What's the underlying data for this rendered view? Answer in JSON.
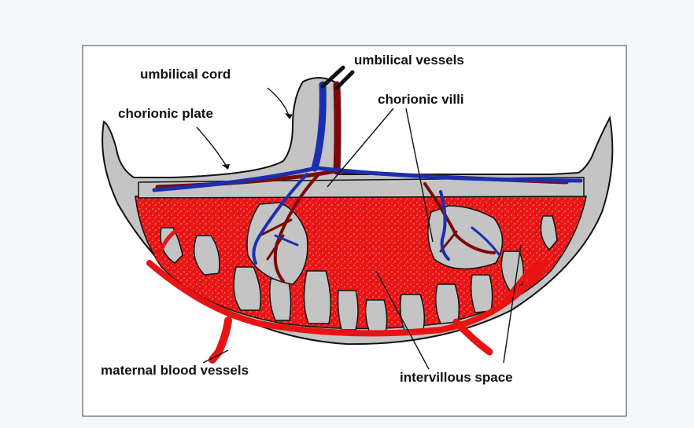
{
  "labels": {
    "umbilical_vessels": "umbilical vessels",
    "umbilical_cord": "umbilical cord",
    "chorionic_villi": "chorionic villi",
    "chorionic_plate": "chorionic plate",
    "maternal_blood_vessels": "maternal blood vessels",
    "intervillous_space": "intervillous space"
  },
  "colors": {
    "page_background": "#f5f8fa",
    "frame_background": "#ffffff",
    "tissue": "#c4c4c4",
    "maternal_blood": "#e81414",
    "fetal_vein": "#1a2fb0",
    "fetal_artery": "#7a0a0a",
    "outline": "#111111"
  }
}
